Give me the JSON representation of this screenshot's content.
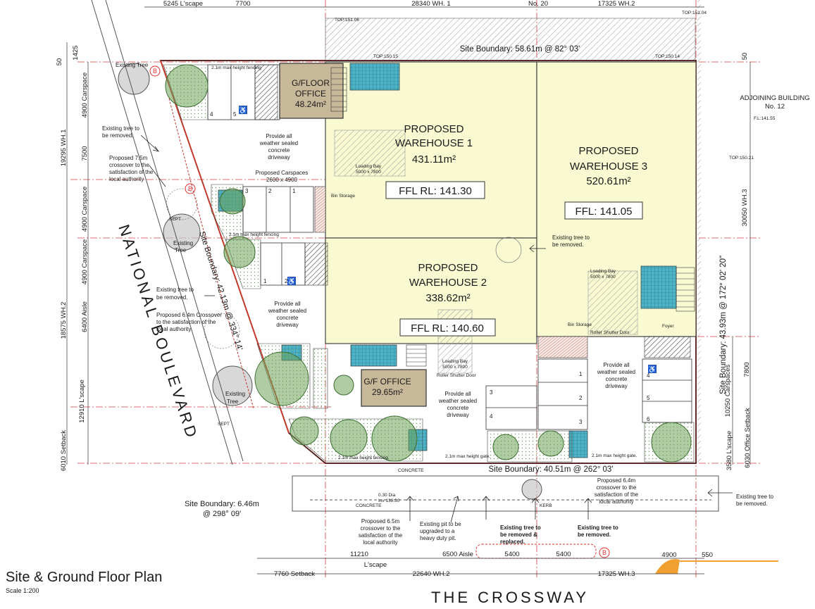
{
  "drawing": {
    "title": "Site & Ground Floor Plan",
    "scale": "Scale 1:200"
  },
  "roads": {
    "west": "NATIONAL BOULEVARD",
    "south": "THE CROSSWAY"
  },
  "rooms": {
    "wh1": {
      "name1": "PROPOSED",
      "name2": "WAREHOUSE 1",
      "area": "431.11m²",
      "ffl": "FFL RL: 141.30"
    },
    "wh2": {
      "name1": "PROPOSED",
      "name2": "WAREHOUSE 2",
      "area": "338.62m²",
      "ffl": "FFL RL: 140.60"
    },
    "wh3": {
      "name1": "PROPOSED",
      "name2": "WAREHOUSE 3",
      "area": "520.61m²",
      "ffl": "FFL: 141.05"
    },
    "office1": {
      "name1": "G/FLOOR",
      "name2": "OFFICE",
      "area": "48.24m²"
    },
    "office2": {
      "name": "G/F OFFICE",
      "area": "29.65m²"
    }
  },
  "boundaries": {
    "north": "Site Boundary: 58.61m @ 82° 03'",
    "west": "Site Boundary: 42.13m @ 334° 14'",
    "east": "Site Boundary: 43.93m @ 172° 02' 20\"",
    "south": "Site Boundary: 40.51m @ 262° 03'",
    "southwest_line1": "Site Boundary: 6.46m",
    "southwest_line2": "@ 298° 09'"
  },
  "adjoining": {
    "line1": "ADJOINING BUILDING",
    "line2": "No. 12",
    "fl": "F.L:141.55"
  },
  "dims_top": [
    "5245 L'scape",
    "7700",
    "28340 WH. 1",
    "No. 20",
    "17325 WH.2"
  ],
  "dims_bottom_row1": [
    "11210",
    "6500 Aisle",
    "5400",
    "5400",
    "4900",
    "550"
  ],
  "dims_bottom_row1_sub": "L'scape",
  "dims_bottom_row2": [
    "7760 Setback",
    "22640 WH.2",
    "17325 WH.3"
  ],
  "dims_left_outer": [
    "1425",
    "50",
    "19295 WH.1",
    "18575 WH.2",
    "12910 L'scape",
    "6010 Setback"
  ],
  "dims_left_inner": [
    "4900 Carspace",
    "7500",
    "4900 Carspace",
    "4900 Carspace",
    "6400 Aisle"
  ],
  "dims_right_outer": [
    "50",
    "30050 WH.3",
    "10250 Carspaces",
    "6030 Office Setback"
  ],
  "dims_right_inner": [
    "7800",
    "3580 L'scape"
  ],
  "notes": {
    "tree_removed_1": [
      "Existing tree to",
      "be removed."
    ],
    "crossover_1": [
      "Proposed 7.5m",
      "crossover to the",
      "satisfaction of the",
      "local authority"
    ],
    "driveway_1": [
      "Provide all",
      "weather sealed",
      "concrete",
      "driveway"
    ],
    "carspaces": [
      "Proposed Carspaces",
      "2600 x 4900"
    ],
    "tree_removed_2": [
      "Existing tree to",
      "be removed."
    ],
    "crossover_2": [
      "Proposed 6.4m Crossover",
      "to the satisfaction of the",
      "local authority"
    ],
    "driveway_2": [
      "Provide all",
      "weather sealed",
      "concrete",
      "driveway"
    ],
    "tree_removed_3": [
      "Existing tree to",
      "be removed."
    ],
    "driveway_3": [
      "Provide all",
      "weather sealed",
      "concrete",
      "driveway"
    ],
    "driveway_4": [
      "Provide all",
      "weather sealed",
      "concrete",
      "driveway"
    ],
    "crossover_3": [
      "Proposed 6.5m",
      "crossover to the",
      "satisfaction of the",
      "local authority"
    ],
    "pit": [
      "Existing pit to be",
      "upgraded to a",
      "heavy duty pit."
    ],
    "tree_replaced": [
      "Existing tree to",
      "be removed &",
      "replaced."
    ],
    "tree_removed_4": [
      "Existing tree to",
      "be removed."
    ],
    "crossover_4": [
      "Proposed 6.4m",
      "crossover to the",
      "satisfaction of the",
      "local authority"
    ],
    "tree_removed_5": [
      "Existing tree to",
      "be removed."
    ],
    "existing_tree": "Existing Tree",
    "existing_tree2": "Existing",
    "existing_tree2b": "Tree",
    "existing_tree3": "Existing",
    "existing_tree3b": "Tree",
    "fence": "2.1m max height fencing",
    "gate": "2.1m max height gate.",
    "loading_bay_1": [
      "Loading Bay",
      "5000 x 7800"
    ],
    "loading_bay_2": [
      "Loading Bay",
      "5000 x 7800"
    ],
    "loading_bay_3": [
      "Loading Bay",
      "5000 x 7800"
    ],
    "roller_door_1": "Roller Shutter Door",
    "roller_door_2": "Roller Shutter Door",
    "storage": "Bin Storage",
    "foyer": "Foyer",
    "concrete": "CONCRETE",
    "kerb": "KERB",
    "sept": "SEPT",
    "pit_inv": [
      "0.30 Dia",
      "Inv 138.30"
    ],
    "top_labels": [
      "TOP:151.06",
      "TOP:150.15",
      "TOP:150.14",
      "TOP:150.21",
      "TOP:151.04"
    ],
    "marker": "B"
  },
  "colors": {
    "warehouse": "#fafad2",
    "office": "#c8b89a",
    "tree": "#6da35a",
    "wet": "#2e8fa3",
    "boundary": "#c0392b",
    "dim_line": "#333333",
    "grid": "#d04040",
    "arrow": "#f0a030"
  }
}
